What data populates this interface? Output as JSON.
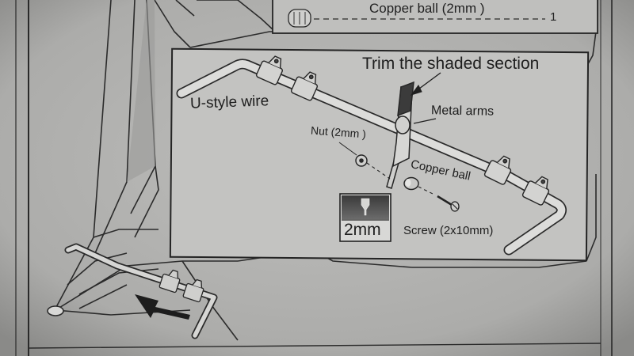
{
  "parts_list": {
    "item_label": "Copper ball (2mm )",
    "item_quantity": "1"
  },
  "callouts": {
    "u_wire": "U-style wire",
    "trim_note": "Trim the shaded section",
    "metal_arms": "Metal arms",
    "nut": "Nut (2mm )",
    "copper_ball": "Copper ball",
    "screw": "Screw  (2x10mm)",
    "hex_size": "2mm"
  }
}
